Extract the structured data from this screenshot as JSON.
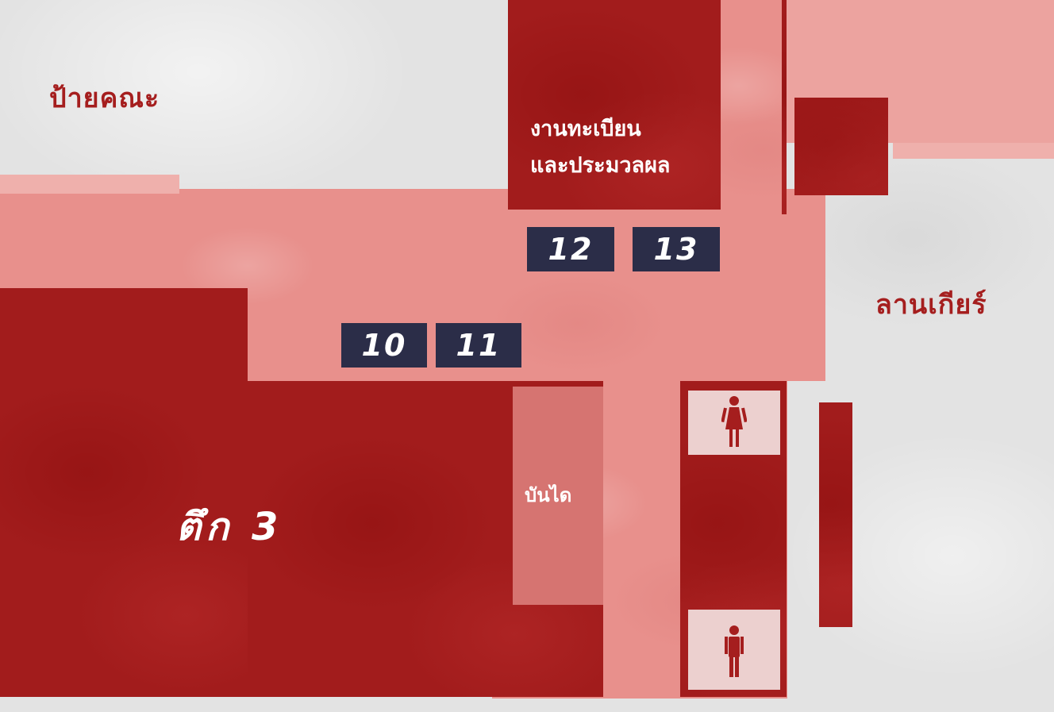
{
  "map": {
    "colors": {
      "corridor": "#e8908c",
      "building": "#a21c1c",
      "room_box": "#2b2d48",
      "label_red": "#a51e1e",
      "background": "#e3e3e3"
    },
    "labels": {
      "area_top_left": "ป้ายคณะ",
      "office_line1": "งานทะเบียน",
      "office_line2": "และประมวลผล",
      "area_right": "ลานเกียร์",
      "stairs": "บันได",
      "building": "ตึก 3"
    },
    "rooms": [
      {
        "id": "room-10",
        "number": "10"
      },
      {
        "id": "room-11",
        "number": "11"
      },
      {
        "id": "room-12",
        "number": "12"
      },
      {
        "id": "room-13",
        "number": "13"
      }
    ],
    "restrooms": [
      {
        "type": "female",
        "icon": "female-restroom-icon"
      },
      {
        "type": "male",
        "icon": "male-restroom-icon"
      }
    ]
  }
}
